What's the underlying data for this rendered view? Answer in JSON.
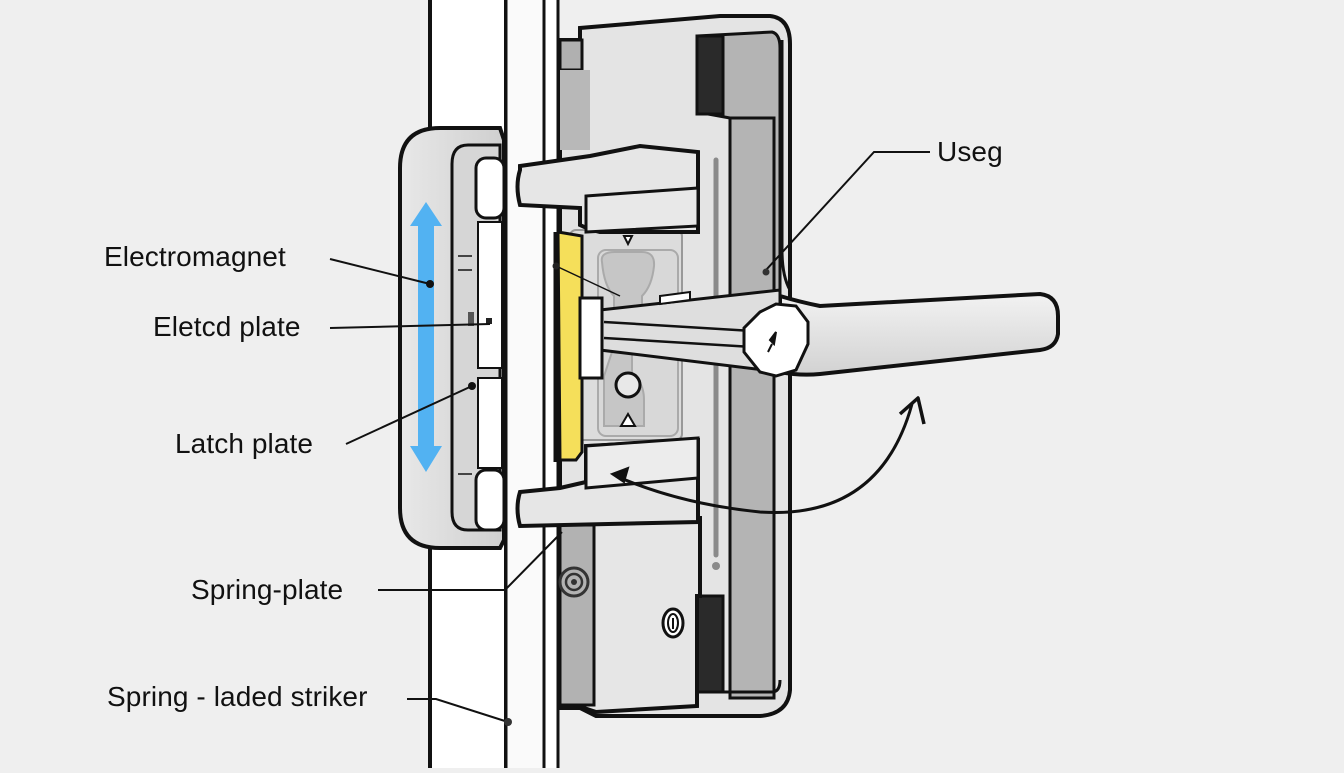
{
  "diagram": {
    "title": "",
    "subject": "door lock mechanism",
    "labels": {
      "electromagnet": "Electromagnet",
      "electrode_plate": "Eletcd plate",
      "latch_plate": "Latch plate",
      "spring_plate": "Spring-plate",
      "spring_loaded_striker": "Spring - laded striker",
      "useg": "Useg"
    },
    "components": [
      "door-frame",
      "electromagnet-housing",
      "blue-double-arrow",
      "yellow-strip",
      "lock-body",
      "latch-bolt-upper",
      "latch-bolt-lower",
      "lever-handle",
      "handle-hub",
      "rotation-arrow",
      "spring-coil",
      "keyhole"
    ],
    "colors": {
      "background": "#efefef",
      "outline": "#111111",
      "light_fill": "#e6e6e6",
      "mid_fill": "#b4b4b4",
      "dark_fill": "#2a2a2a",
      "arrow_blue": "#52b2f2",
      "strip_yellow": "#f5df5a",
      "white": "#ffffff"
    }
  }
}
